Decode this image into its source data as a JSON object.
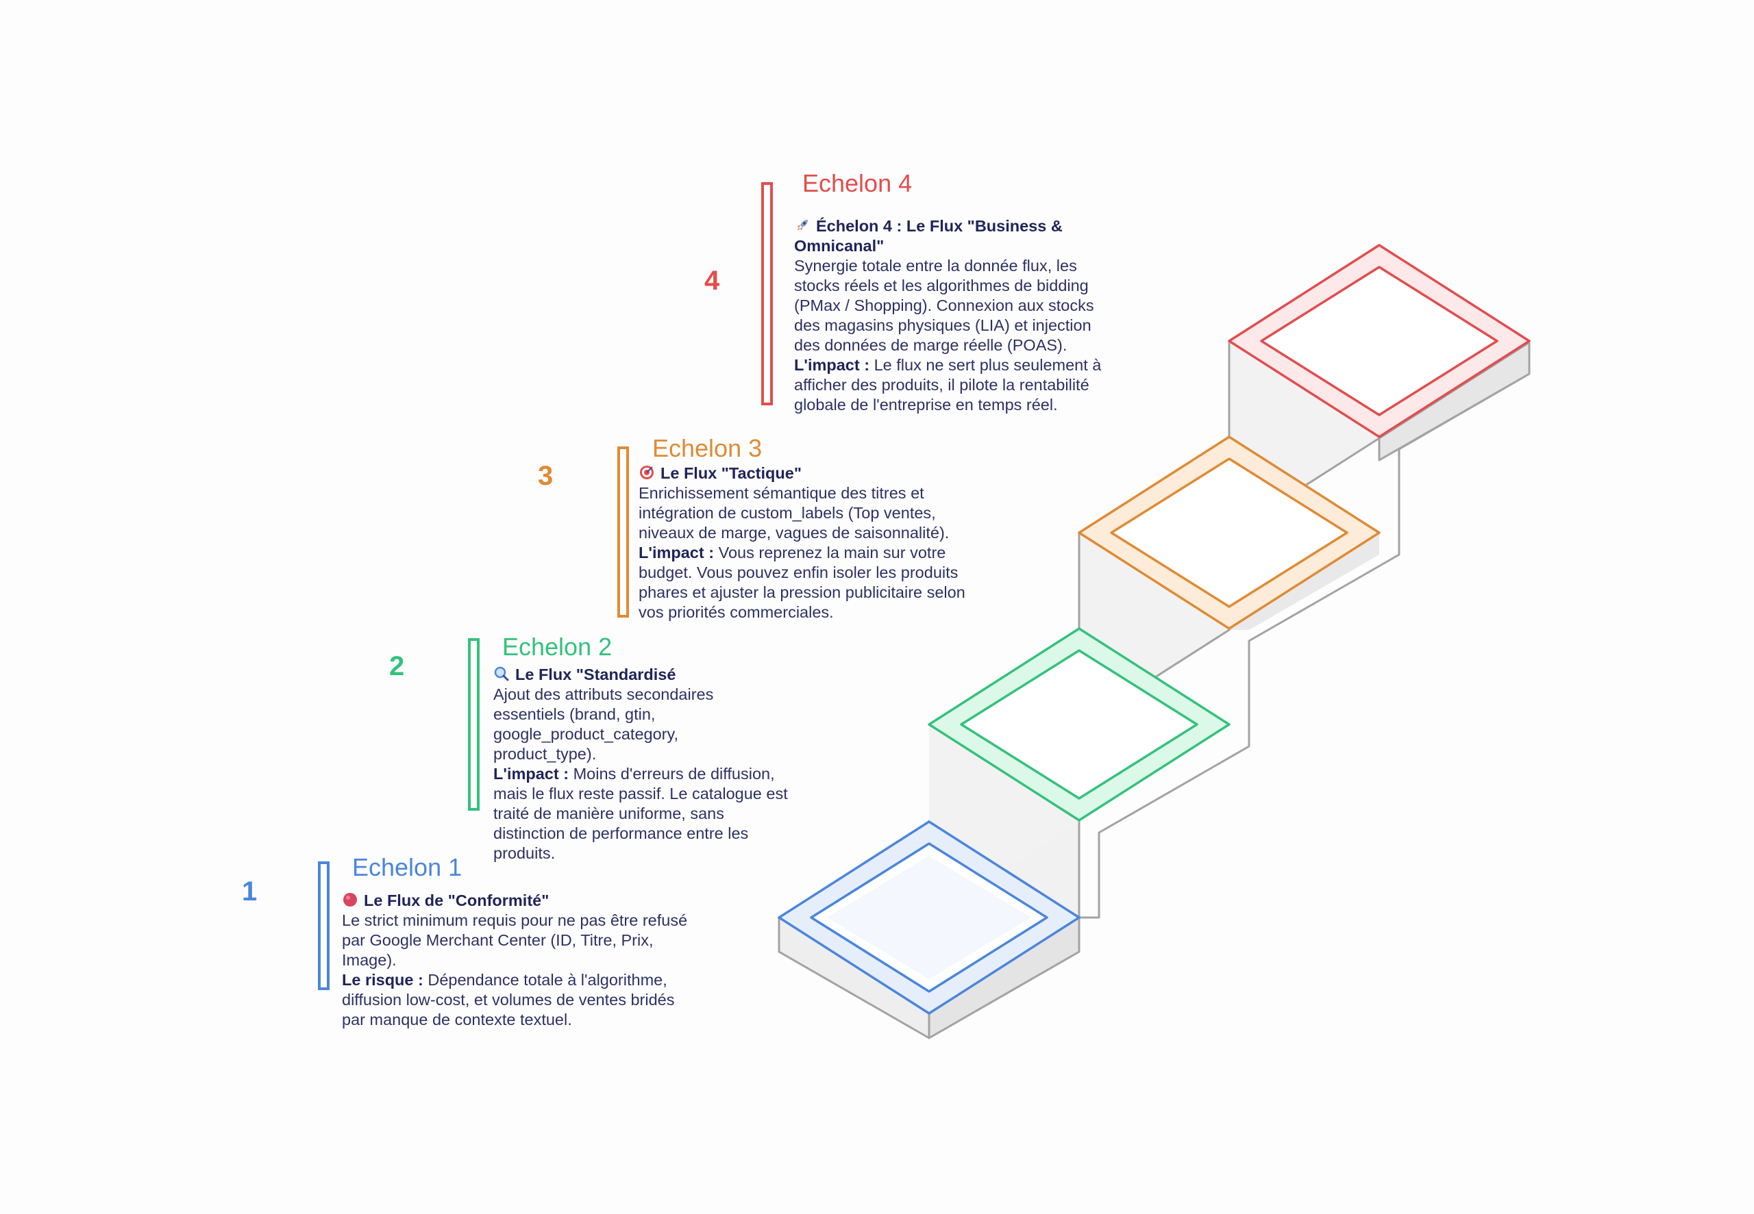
{
  "colors": {
    "step1": "#4a86dc",
    "step2": "#34c17c",
    "step3": "#e08a34",
    "step4": "#e24d4d",
    "text": "#2d3162",
    "shade": "#f0f0f0",
    "edge": "#a3a3a3"
  },
  "steps": [
    {
      "number": "1",
      "title": "Echelon 1",
      "icon": "red-circle-icon",
      "heading": "Le Flux de \"Conformité\"",
      "description": [
        "Le strict minimum requis pour ne pas être refusé",
        "par Google Merchant Center (ID, Titre, Prix,",
        "Image)."
      ],
      "impact_label": "Le risque :",
      "impact": [
        "Dépendance totale à l'algorithme,",
        "diffusion low-cost, et volumes de ventes bridés",
        "par manque de contexte textuel."
      ]
    },
    {
      "number": "2",
      "title": "Echelon 2",
      "icon": "magnifying-glass-icon",
      "heading": "Le Flux \"Standardisé",
      "description": [
        "Ajout des attributs secondaires",
        "essentiels (brand, gtin,",
        "google_product_category,",
        "product_type)."
      ],
      "impact_label": "L'impact :",
      "impact": [
        "Moins d'erreurs de diffusion,",
        "mais le flux reste passif. Le catalogue est",
        "traité de manière uniforme, sans",
        "distinction de performance entre les",
        "produits."
      ]
    },
    {
      "number": "3",
      "title": "Echelon 3",
      "icon": "target-icon",
      "heading": "Le Flux \"Tactique\"",
      "description": [
        "Enrichissement sémantique des titres et",
        "intégration de custom_labels (Top ventes,",
        "niveaux de marge, vagues de saisonnalité)."
      ],
      "impact_label": "L'impact :",
      "impact": [
        "Vous reprenez la main sur votre",
        "budget. Vous pouvez enfin isoler les produits",
        "phares et ajuster la pression publicitaire selon",
        "vos priorités commerciales."
      ]
    },
    {
      "number": "4",
      "title": "Echelon 4",
      "icon": "rocket-icon",
      "heading": "Échelon 4 : Le Flux \"Business &",
      "heading2": "Omnicanal\"",
      "description": [
        "Synergie totale entre la donnée flux, les",
        "stocks réels et les algorithmes de bidding",
        "(PMax / Shopping). Connexion aux stocks",
        "des magasins physiques (LIA) et injection",
        "des données de marge réelle (POAS)."
      ],
      "impact_label": "L'impact :",
      "impact": [
        "Le flux ne sert plus seulement à",
        "afficher des produits, il pilote la rentabilité",
        "globale de l'entreprise en temps réel."
      ]
    }
  ]
}
